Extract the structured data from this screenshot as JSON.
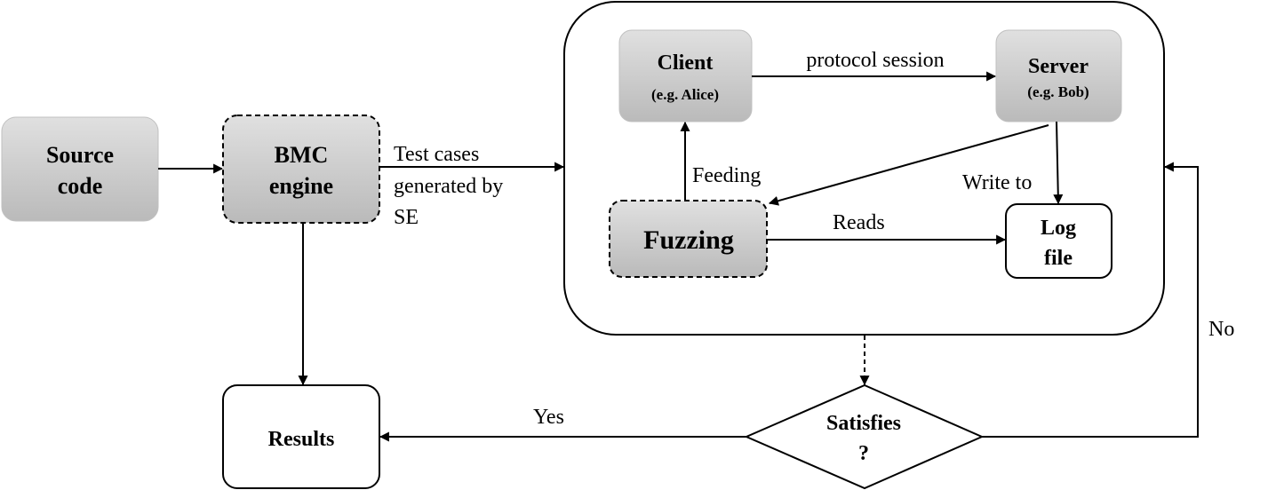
{
  "nodes": {
    "source_code": {
      "line1": "Source",
      "line2": "code"
    },
    "bmc_engine": {
      "line1": "BMC",
      "line2": "engine"
    },
    "client": {
      "line1": "Client",
      "line2": "(e.g. Alice)"
    },
    "server": {
      "line1": "Server",
      "line2": "(e.g. Bob)"
    },
    "fuzzing": {
      "label": "Fuzzing"
    },
    "log_file": {
      "line1": "Log",
      "line2": "file"
    },
    "results": {
      "label": "Results"
    },
    "decision": {
      "line1": "Satisfies",
      "line2": "?"
    }
  },
  "edges": {
    "test_cases": {
      "line1": "Test cases",
      "line2": "generated by",
      "line3": "SE"
    },
    "protocol_session": "protocol session",
    "feeding": "Feeding",
    "write_to": "Write to",
    "reads": "Reads",
    "yes": "Yes",
    "no": "No"
  },
  "colors": {
    "node_fill_top": "#dcdcdc",
    "node_fill_bottom": "#bdbdbd",
    "stroke": "#000000",
    "background": "#ffffff"
  }
}
